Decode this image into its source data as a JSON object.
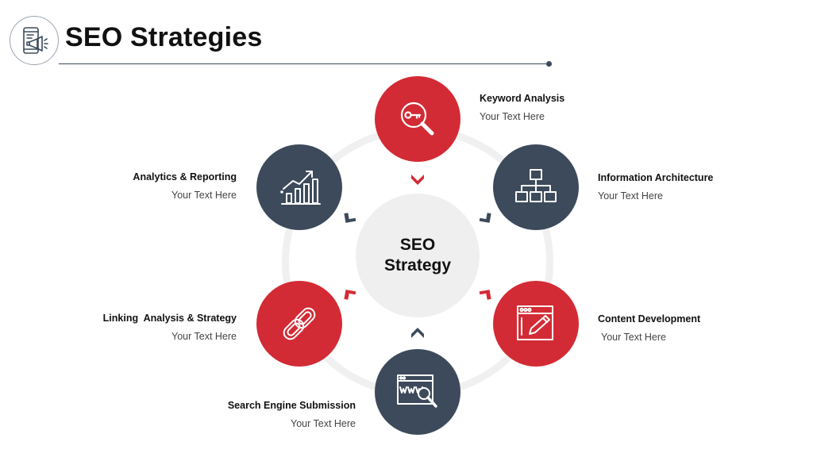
{
  "header": {
    "title": "SEO Strategies",
    "icon": "mobile-megaphone-icon",
    "accent_color": "#3b4a5c"
  },
  "center": {
    "line1": "SEO",
    "line2": "Strategy"
  },
  "colors": {
    "red": "#d32b35",
    "dark": "#3d4a5b",
    "ring": "#f0f0f0"
  },
  "nodes": [
    {
      "title": "Keyword Analysis",
      "subtitle": "Your Text Here",
      "icon": "key-magnifier-icon",
      "color": "red"
    },
    {
      "title": "Information Architecture",
      "subtitle": "Your Text Here",
      "icon": "hierarchy-icon",
      "color": "dark"
    },
    {
      "title": "Content Development",
      "subtitle": "Your Text Here",
      "icon": "browser-pencil-icon",
      "color": "red"
    },
    {
      "title": "Search Engine Submission",
      "subtitle": "Your Text Here",
      "icon": "www-search-icon",
      "color": "dark"
    },
    {
      "title": "Linking  Analysis & Strategy",
      "subtitle": "Your Text Here",
      "icon": "chain-link-icon",
      "color": "red"
    },
    {
      "title": "Analytics & Reporting",
      "subtitle": "Your Text Here",
      "icon": "growth-chart-icon",
      "color": "dark"
    }
  ]
}
